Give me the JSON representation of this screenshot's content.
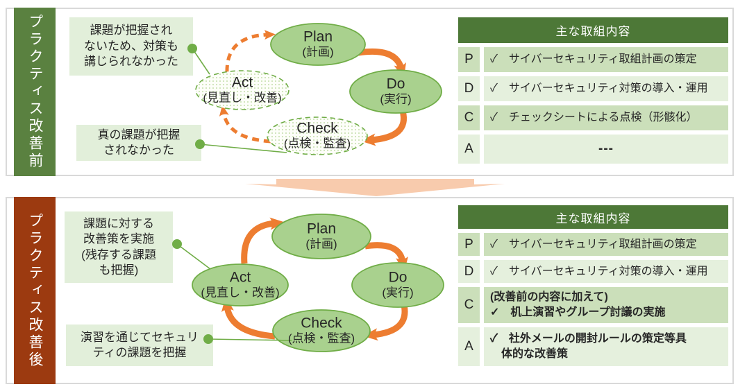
{
  "colors": {
    "sidebar_before": "#5a8140",
    "sidebar_after": "#9c3a10",
    "table_header_green": "#4d7837",
    "row_band_dark": "#cbdfba",
    "row_band_light": "#e5f0dd",
    "callout_green": "#e2efda",
    "node_fill": "#a9d18e",
    "node_stroke": "#70ad47",
    "arrow_orange": "#ed7d31",
    "transition_arrow": "#f8cbad",
    "frame_grey": "#d9d9d9"
  },
  "sections": {
    "before": {
      "sidebar_label": "プラクティス改善前",
      "callouts": [
        {
          "text": "課題が把握され\nないため、対策も\n講じられなかった"
        },
        {
          "text": "真の課題が把握\nされなかった"
        }
      ],
      "cycle": {
        "plan": {
          "word": "Plan",
          "sub": "(計画)"
        },
        "do": {
          "word": "Do",
          "sub": "(実行)"
        },
        "check": {
          "word": "Check",
          "sub": "(点検・監査)"
        },
        "act": {
          "word": "Act",
          "sub": "(見直し・改善)"
        }
      },
      "table": {
        "header": "主な取組内容",
        "rows": [
          {
            "label": "P",
            "text": "✓　サイバーセキュリティ取組計画の策定"
          },
          {
            "label": "D",
            "text": "✓　サイバーセキュリティ対策の導入・運用"
          },
          {
            "label": "C",
            "text": "✓　チェックシートによる点検（形骸化）"
          },
          {
            "label": "A",
            "text": "---"
          }
        ]
      }
    },
    "after": {
      "sidebar_label": "プラクティス改善後",
      "callouts": [
        {
          "text": "課題に対する\n改善策を実施\n(残存する課題\nも把握)"
        },
        {
          "text": "演習を通じてセキュリ\nティの課題を把握"
        }
      ],
      "cycle": {
        "plan": {
          "word": "Plan",
          "sub": "(計画)"
        },
        "do": {
          "word": "Do",
          "sub": "(実行)"
        },
        "check": {
          "word": "Check",
          "sub": "(点検・監査)"
        },
        "act": {
          "word": "Act",
          "sub": "(見直し・改善)"
        }
      },
      "table": {
        "header": "主な取組内容",
        "rows": [
          {
            "label": "P",
            "text": "✓　サイバーセキュリティ取組計画の策定"
          },
          {
            "label": "D",
            "text": "✓　サイバーセキュリティ対策の導入・運用"
          },
          {
            "label": "C",
            "text": "(改善前の内容に加えて)\n✓　机上演習やグループ討議の実施"
          },
          {
            "label": "A",
            "text": "✓　社外メールの開封ルールの策定等具\n　体的な改善策"
          }
        ]
      }
    }
  }
}
